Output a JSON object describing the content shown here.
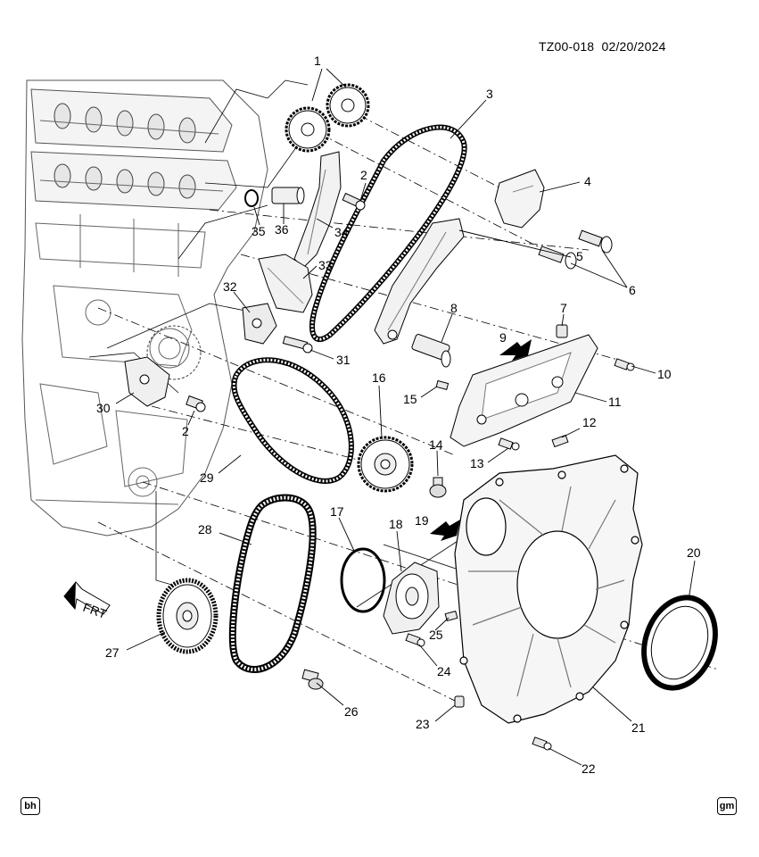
{
  "header": {
    "ref_code": "TZ00-018",
    "date": "02/20/2024"
  },
  "front_arrow_label": "FRT",
  "footer": {
    "left_badge": "bh",
    "right_badge": "gm"
  },
  "callouts": [
    {
      "id": "1",
      "text": "1"
    },
    {
      "id": "2a",
      "text": "2"
    },
    {
      "id": "2b",
      "text": "2"
    },
    {
      "id": "3",
      "text": "3"
    },
    {
      "id": "4",
      "text": "4"
    },
    {
      "id": "5",
      "text": "5"
    },
    {
      "id": "6",
      "text": "6"
    },
    {
      "id": "7",
      "text": "7"
    },
    {
      "id": "8",
      "text": "8"
    },
    {
      "id": "9",
      "text": "9"
    },
    {
      "id": "10",
      "text": "10"
    },
    {
      "id": "11",
      "text": "11"
    },
    {
      "id": "12",
      "text": "12"
    },
    {
      "id": "13",
      "text": "13"
    },
    {
      "id": "14",
      "text": "14"
    },
    {
      "id": "15",
      "text": "15"
    },
    {
      "id": "16",
      "text": "16"
    },
    {
      "id": "17",
      "text": "17"
    },
    {
      "id": "18",
      "text": "18"
    },
    {
      "id": "19",
      "text": "19"
    },
    {
      "id": "20",
      "text": "20"
    },
    {
      "id": "21",
      "text": "21"
    },
    {
      "id": "22",
      "text": "22"
    },
    {
      "id": "23",
      "text": "23"
    },
    {
      "id": "24",
      "text": "24"
    },
    {
      "id": "25",
      "text": "25"
    },
    {
      "id": "26",
      "text": "26"
    },
    {
      "id": "27",
      "text": "27"
    },
    {
      "id": "28",
      "text": "28"
    },
    {
      "id": "29",
      "text": "29"
    },
    {
      "id": "30",
      "text": "30"
    },
    {
      "id": "31",
      "text": "31"
    },
    {
      "id": "32",
      "text": "32"
    },
    {
      "id": "33",
      "text": "33"
    },
    {
      "id": "34",
      "text": "34"
    },
    {
      "id": "35",
      "text": "35"
    },
    {
      "id": "36",
      "text": "36"
    }
  ]
}
